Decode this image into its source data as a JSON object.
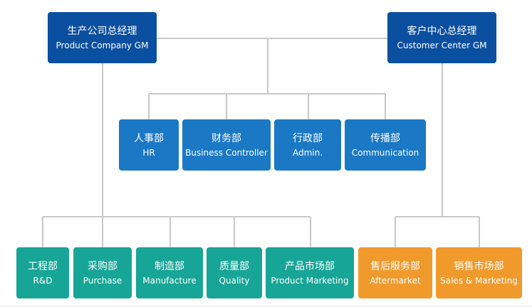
{
  "colors": {
    "gm": "#0b4fa0",
    "shared": "#1b78c5",
    "production": "#17a597",
    "customer": "#f19a2c",
    "connector": "#c8c8c8"
  },
  "top": {
    "product_gm": {
      "zh": "生产公司总经理",
      "en": "Product Company GM"
    },
    "customer_gm": {
      "zh": "客户中心总经理",
      "en": "Customer Center GM"
    }
  },
  "shared_departments": [
    {
      "zh": "人事部",
      "en": "HR"
    },
    {
      "zh": "财务部",
      "en": "Business Controller"
    },
    {
      "zh": "行政部",
      "en": "Admin."
    },
    {
      "zh": "传播部",
      "en": "Communication"
    }
  ],
  "production_departments": [
    {
      "zh": "工程部",
      "en": "R&D"
    },
    {
      "zh": "采购部",
      "en": "Purchase"
    },
    {
      "zh": "制造部",
      "en": "Manufacture"
    },
    {
      "zh": "质量部",
      "en": "Quality"
    },
    {
      "zh": "产品市场部",
      "en": "Product Marketing"
    }
  ],
  "customer_departments": [
    {
      "zh": "售后服务部",
      "en": "Aftermarket"
    },
    {
      "zh": "销售市场部",
      "en": "Sales & Marketing"
    }
  ]
}
